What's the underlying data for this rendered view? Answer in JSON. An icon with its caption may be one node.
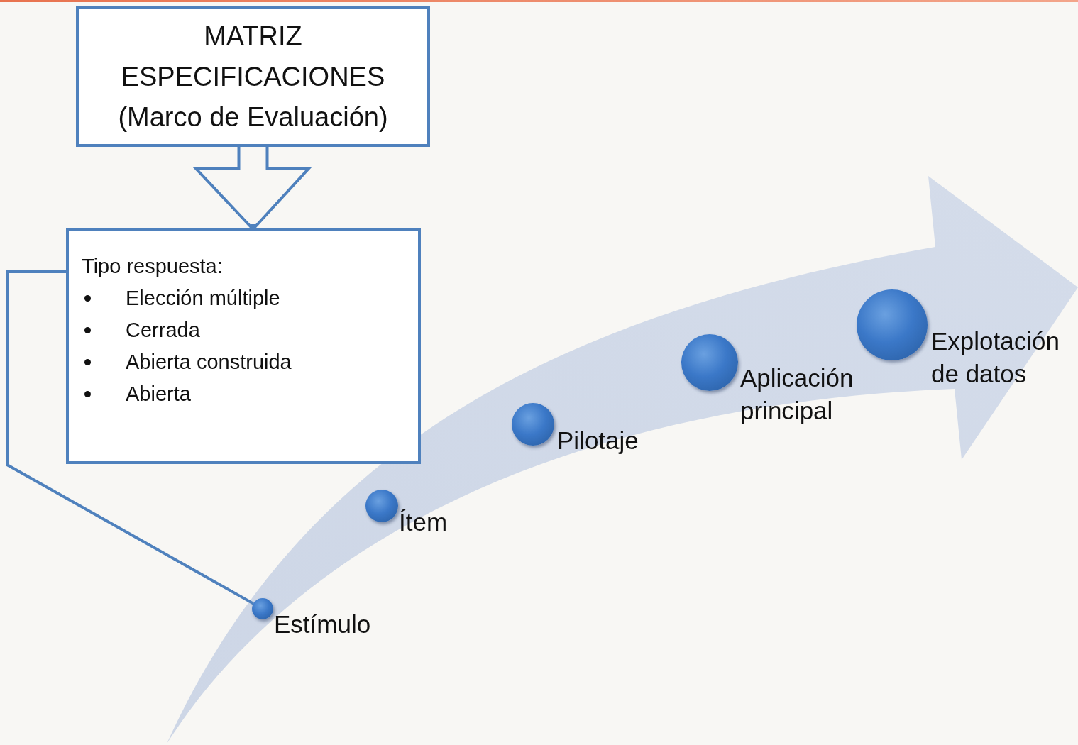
{
  "diagram": {
    "nodes": [
      {
        "text": [
          "MATRIZ ESPECIFICACIONES (Marco de Evaluación)"
        ]
      },
      {
        "text": [
          "Tipo respuesta:",
          "Elección múltiple",
          "Cerrada",
          "Abierta construida",
          "Abierta"
        ]
      },
      {
        "text": [],
        "shape": "circle",
        "beside": [
          "Estímulo"
        ]
      },
      {
        "text": [],
        "shape": "circle",
        "beside": [
          "Ítem"
        ]
      },
      {
        "text": [],
        "shape": "circle",
        "beside": [
          "Pilotaje"
        ]
      },
      {
        "text": [],
        "shape": "circle",
        "beside": [
          "Aplicación principal"
        ]
      },
      {
        "text": [],
        "shape": "circle",
        "beside": [
          "Explotación de datos"
        ]
      }
    ],
    "edges": [
      {
        "from": 0,
        "to": 1,
        "arrow": "to"
      },
      {
        "from": 1,
        "to": 2,
        "arrow": "none"
      }
    ]
  }
}
